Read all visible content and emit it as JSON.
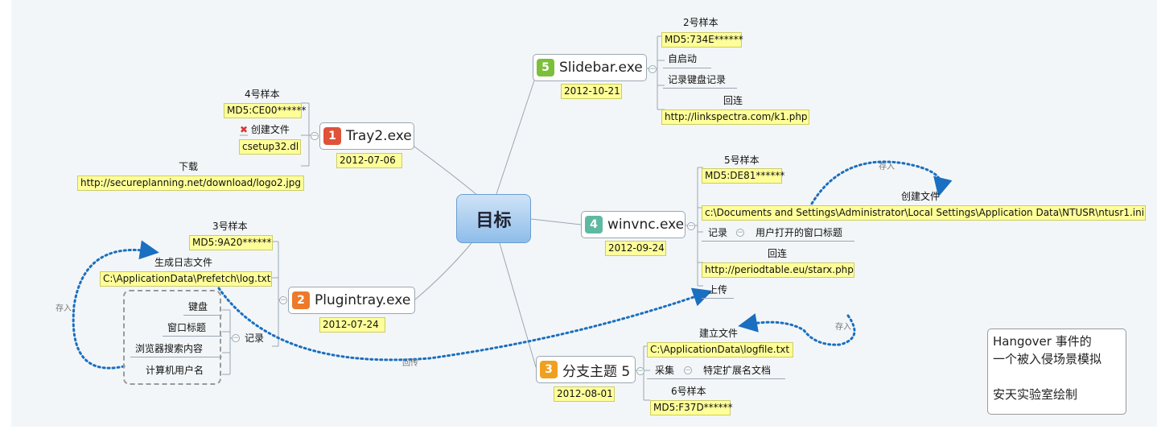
{
  "center": "目标",
  "colors": {
    "red": "#e0513a",
    "orange": "#ec7a2a",
    "amber": "#f0a020",
    "green": "#7cbf3a",
    "teal": "#5fb9a2",
    "line": "#9aa7b3",
    "flow": "#1a6fc0",
    "note_bg": "#ffff99"
  },
  "n1": {
    "num": "1",
    "title": "Tray2.exe",
    "date": "2012-07-06",
    "sample": "4号样本",
    "md5": "MD5:CE00******",
    "create_label": "创建文件",
    "create_file": "csetup32.dl",
    "download_label": "下载",
    "download_url": "http://secureplanning.net/download/logo2.jpg",
    "x_icon": "x-icon"
  },
  "n2": {
    "num": "2",
    "title": "Plugintray.exe",
    "date": "2012-07-24",
    "sample": "3号样本",
    "md5": "MD5:9A20******",
    "log_label": "生成日志文件",
    "log_file": "C:\\ApplicationData\\Prefetch\\log.txt",
    "record_label": "记录",
    "items": [
      "键盘",
      "窗口标题",
      "浏览器搜索内容",
      "计算机用户名"
    ],
    "store_label": "存入"
  },
  "n3": {
    "num": "3",
    "title": "分支主题 5",
    "date": "2012-08-01",
    "build_label": "建立文件",
    "build_file": "C:\\ApplicationData\\logfile.txt",
    "collect_label": "采集",
    "collect_item": "特定扩展名文档",
    "sample": "6号样本",
    "md5": "MD5:F37D******",
    "store_label": "存入",
    "return_label": "回传"
  },
  "n4": {
    "num": "4",
    "title": "winvnc.exe",
    "date": "2012-09-24",
    "sample": "5号样本",
    "md5": "MD5:DE81******",
    "create_label": "创建文件",
    "create_file": "c:\\Documents and Settings\\Administrator\\Local Settings\\Application Data\\NTUSR\\ntusr1.ini",
    "record_label": "记录",
    "record_item": "用户打开的窗口标题",
    "callback_label": "回连",
    "callback_url": "http://periodtable.eu/starx.php",
    "upload_label": "上传",
    "store_label": "存入"
  },
  "n5": {
    "num": "5",
    "title": "Slidebar.exe",
    "date": "2012-10-21",
    "sample": "2号样本",
    "md5": "MD5:734E******",
    "autostart": "自启动",
    "keylog": "记录键盘记录",
    "callback_label": "回连",
    "callback_url": "http://linkspectra.com/k1.php"
  },
  "note": {
    "line1": "Hangover 事件的",
    "line2": "一个被入侵场景模拟",
    "line3": "安天实验室绘制"
  }
}
